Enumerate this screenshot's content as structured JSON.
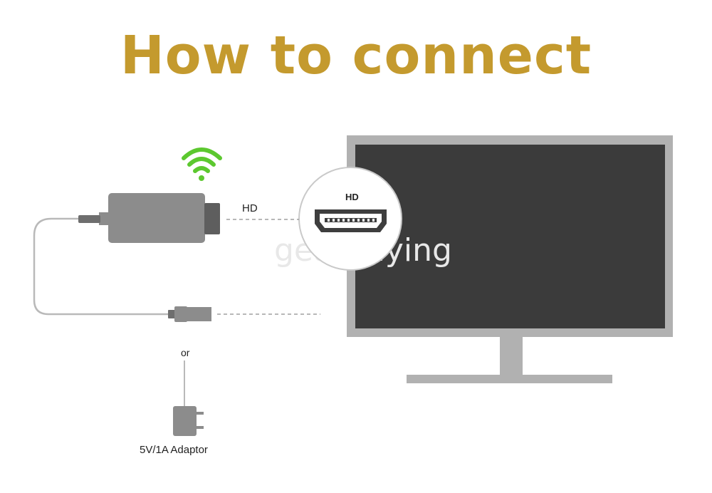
{
  "title": "How to connect",
  "labels": {
    "hd_cable": "HD",
    "tv_port_badge": "HD",
    "or": "or",
    "adaptor": "5V/1A Adaptor"
  },
  "watermark": "gearbuying",
  "colors": {
    "title": "#c49a2e",
    "wifi": "#5cc82f",
    "device": "#8c8c8c",
    "screen": "#3b3b3b",
    "tv_frame": "#b1b1b1"
  },
  "icons": [
    "wifi-icon",
    "hdmi-dongle-icon",
    "usb-cable-icon",
    "hdmi-port-icon",
    "tv-icon",
    "power-adaptor-icon"
  ]
}
